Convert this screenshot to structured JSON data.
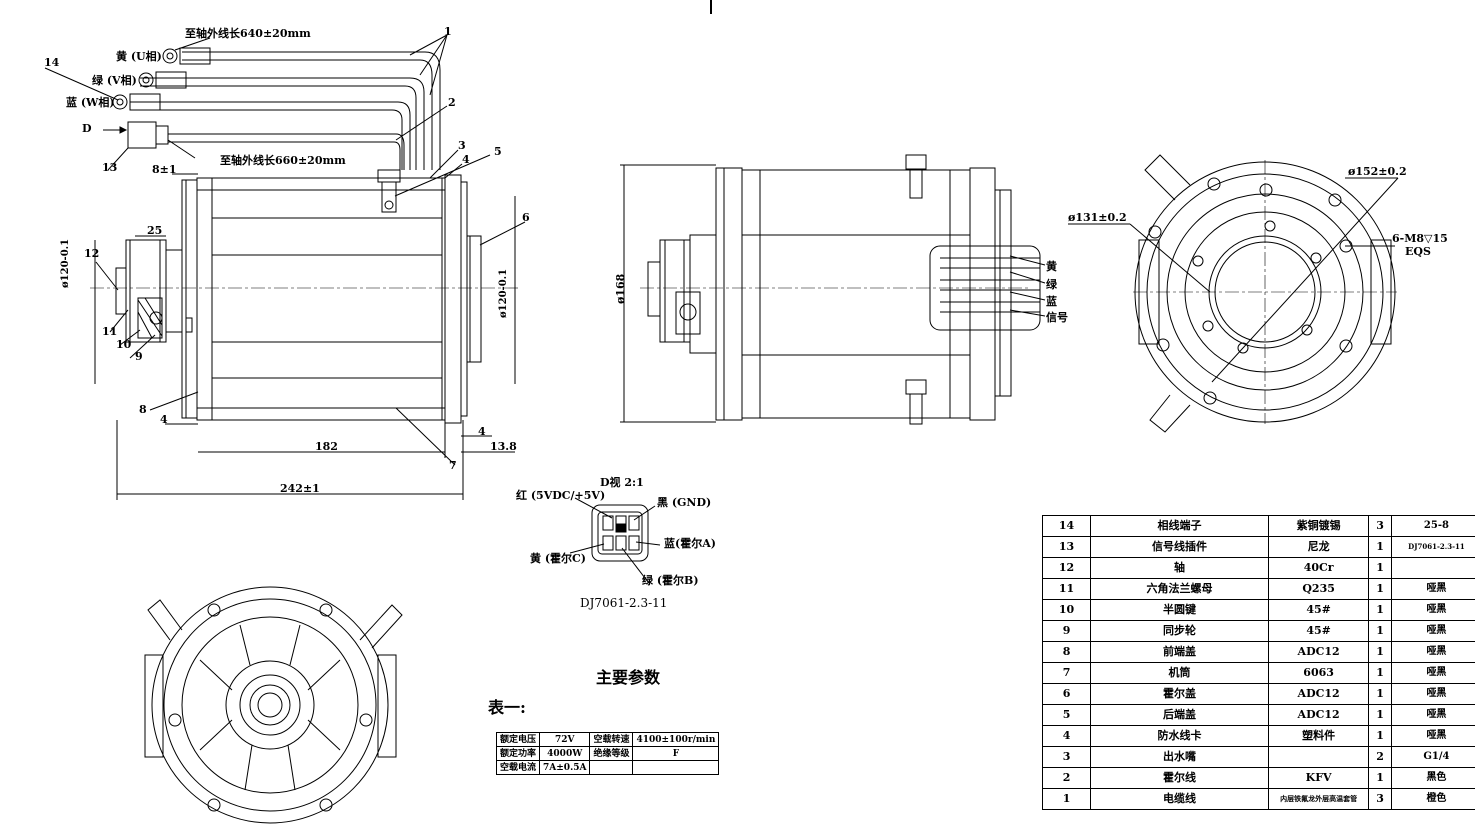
{
  "labels": {
    "lead_length_1": "至轴外线长640±20mm",
    "lead_length_2": "至轴外线长660±20mm",
    "phase_u": "黄 (U相)",
    "phase_v": "绿 (V相)",
    "phase_w": "蓝 (W相)",
    "view_d": "D",
    "dim_8": "8±1",
    "dim_25": "25",
    "dim_dia120_left": "ø120-0.1",
    "dim_dia120_right": "ø120-0.1",
    "dim_dia168": "ø168",
    "dim_182": "182",
    "dim_242": "242±1",
    "dim_4a": "4",
    "dim_4b": "4",
    "dim_13_8": "13.8",
    "dim_dia131": "ø131±0.2",
    "dim_dia152": "ø152±0.2",
    "dim_6m8": "6-M8▽15",
    "dim_eqs": "EQS",
    "wire_yellow": "黄",
    "wire_green": "绿",
    "wire_blue": "蓝",
    "wire_signal": "信号",
    "callouts": [
      "1",
      "2",
      "3",
      "4",
      "5",
      "6",
      "7",
      "8",
      "9",
      "10",
      "11",
      "12",
      "13",
      "14"
    ]
  },
  "connector": {
    "title": "D视 2:1",
    "red": "红 (5VDC/+5V)",
    "black": "黑 (GND)",
    "blue": "蓝(霍尔A)",
    "yellow": "黄 (霍尔C)",
    "green": "绿 (霍尔B)",
    "model": "DJ7061-2.3-11"
  },
  "params": {
    "title": "主要参数",
    "table_label": "表一:",
    "rows": [
      [
        "额定电压",
        "72V",
        "空载转速",
        "4100±100r/min"
      ],
      [
        "额定功率",
        "4000W",
        "绝缘等级",
        "F"
      ],
      [
        "空载电流",
        "7A±0.5A",
        "",
        ""
      ]
    ]
  },
  "bom": [
    [
      "14",
      "相线端子",
      "紫铜镀锡",
      "3",
      "25-8"
    ],
    [
      "13",
      "信号线插件",
      "尼龙",
      "1",
      "DJ7061-2.3-11"
    ],
    [
      "12",
      "轴",
      "40Cr",
      "1",
      ""
    ],
    [
      "11",
      "六角法兰螺母",
      "Q235",
      "1",
      "哑黑"
    ],
    [
      "10",
      "半圆键",
      "45#",
      "1",
      "哑黑"
    ],
    [
      "9",
      "同步轮",
      "45#",
      "1",
      "哑黑"
    ],
    [
      "8",
      "前端盖",
      "ADC12",
      "1",
      "哑黑"
    ],
    [
      "7",
      "机筒",
      "6063",
      "1",
      "哑黑"
    ],
    [
      "6",
      "霍尔盖",
      "ADC12",
      "1",
      "哑黑"
    ],
    [
      "5",
      "后端盖",
      "ADC12",
      "1",
      "哑黑"
    ],
    [
      "4",
      "防水线卡",
      "塑料件",
      "1",
      "哑黑"
    ],
    [
      "3",
      "出水嘴",
      "",
      "2",
      "G1/4"
    ],
    [
      "2",
      "霍尔线",
      "KFV",
      "1",
      "黑色"
    ],
    [
      "1",
      "电缆线",
      "内层铁氟龙外层高温套管",
      "3",
      "橙色"
    ]
  ]
}
